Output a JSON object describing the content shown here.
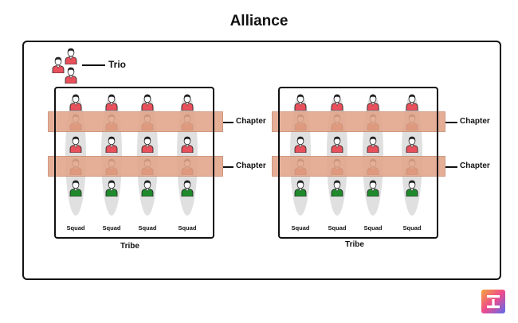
{
  "title": "Alliance",
  "trio_label": "Trio",
  "tribes": [
    {
      "label": "Tribe",
      "squads": [
        "Squad",
        "Squad",
        "Squad",
        "Squad"
      ],
      "chapters": [
        "Chapter",
        "Chapter"
      ]
    },
    {
      "label": "Tribe",
      "squads": [
        "Squad",
        "Squad",
        "Squad",
        "Squad"
      ],
      "chapters": [
        "Chapter",
        "Chapter"
      ]
    }
  ],
  "member_rows": [
    "lead",
    "chapter-member",
    "member",
    "chapter-member",
    "green-member"
  ],
  "colors": {
    "lead": "#e8505b",
    "chapter-member": "#c9492f",
    "member": "#e8505b",
    "green-member": "#1f8a2c",
    "chapter_band": "#e2a589",
    "squad_oval": "#e0e0e0",
    "border": "#111111"
  },
  "icons": {
    "person": "person-icon",
    "logo": "brand-logo-icon"
  }
}
